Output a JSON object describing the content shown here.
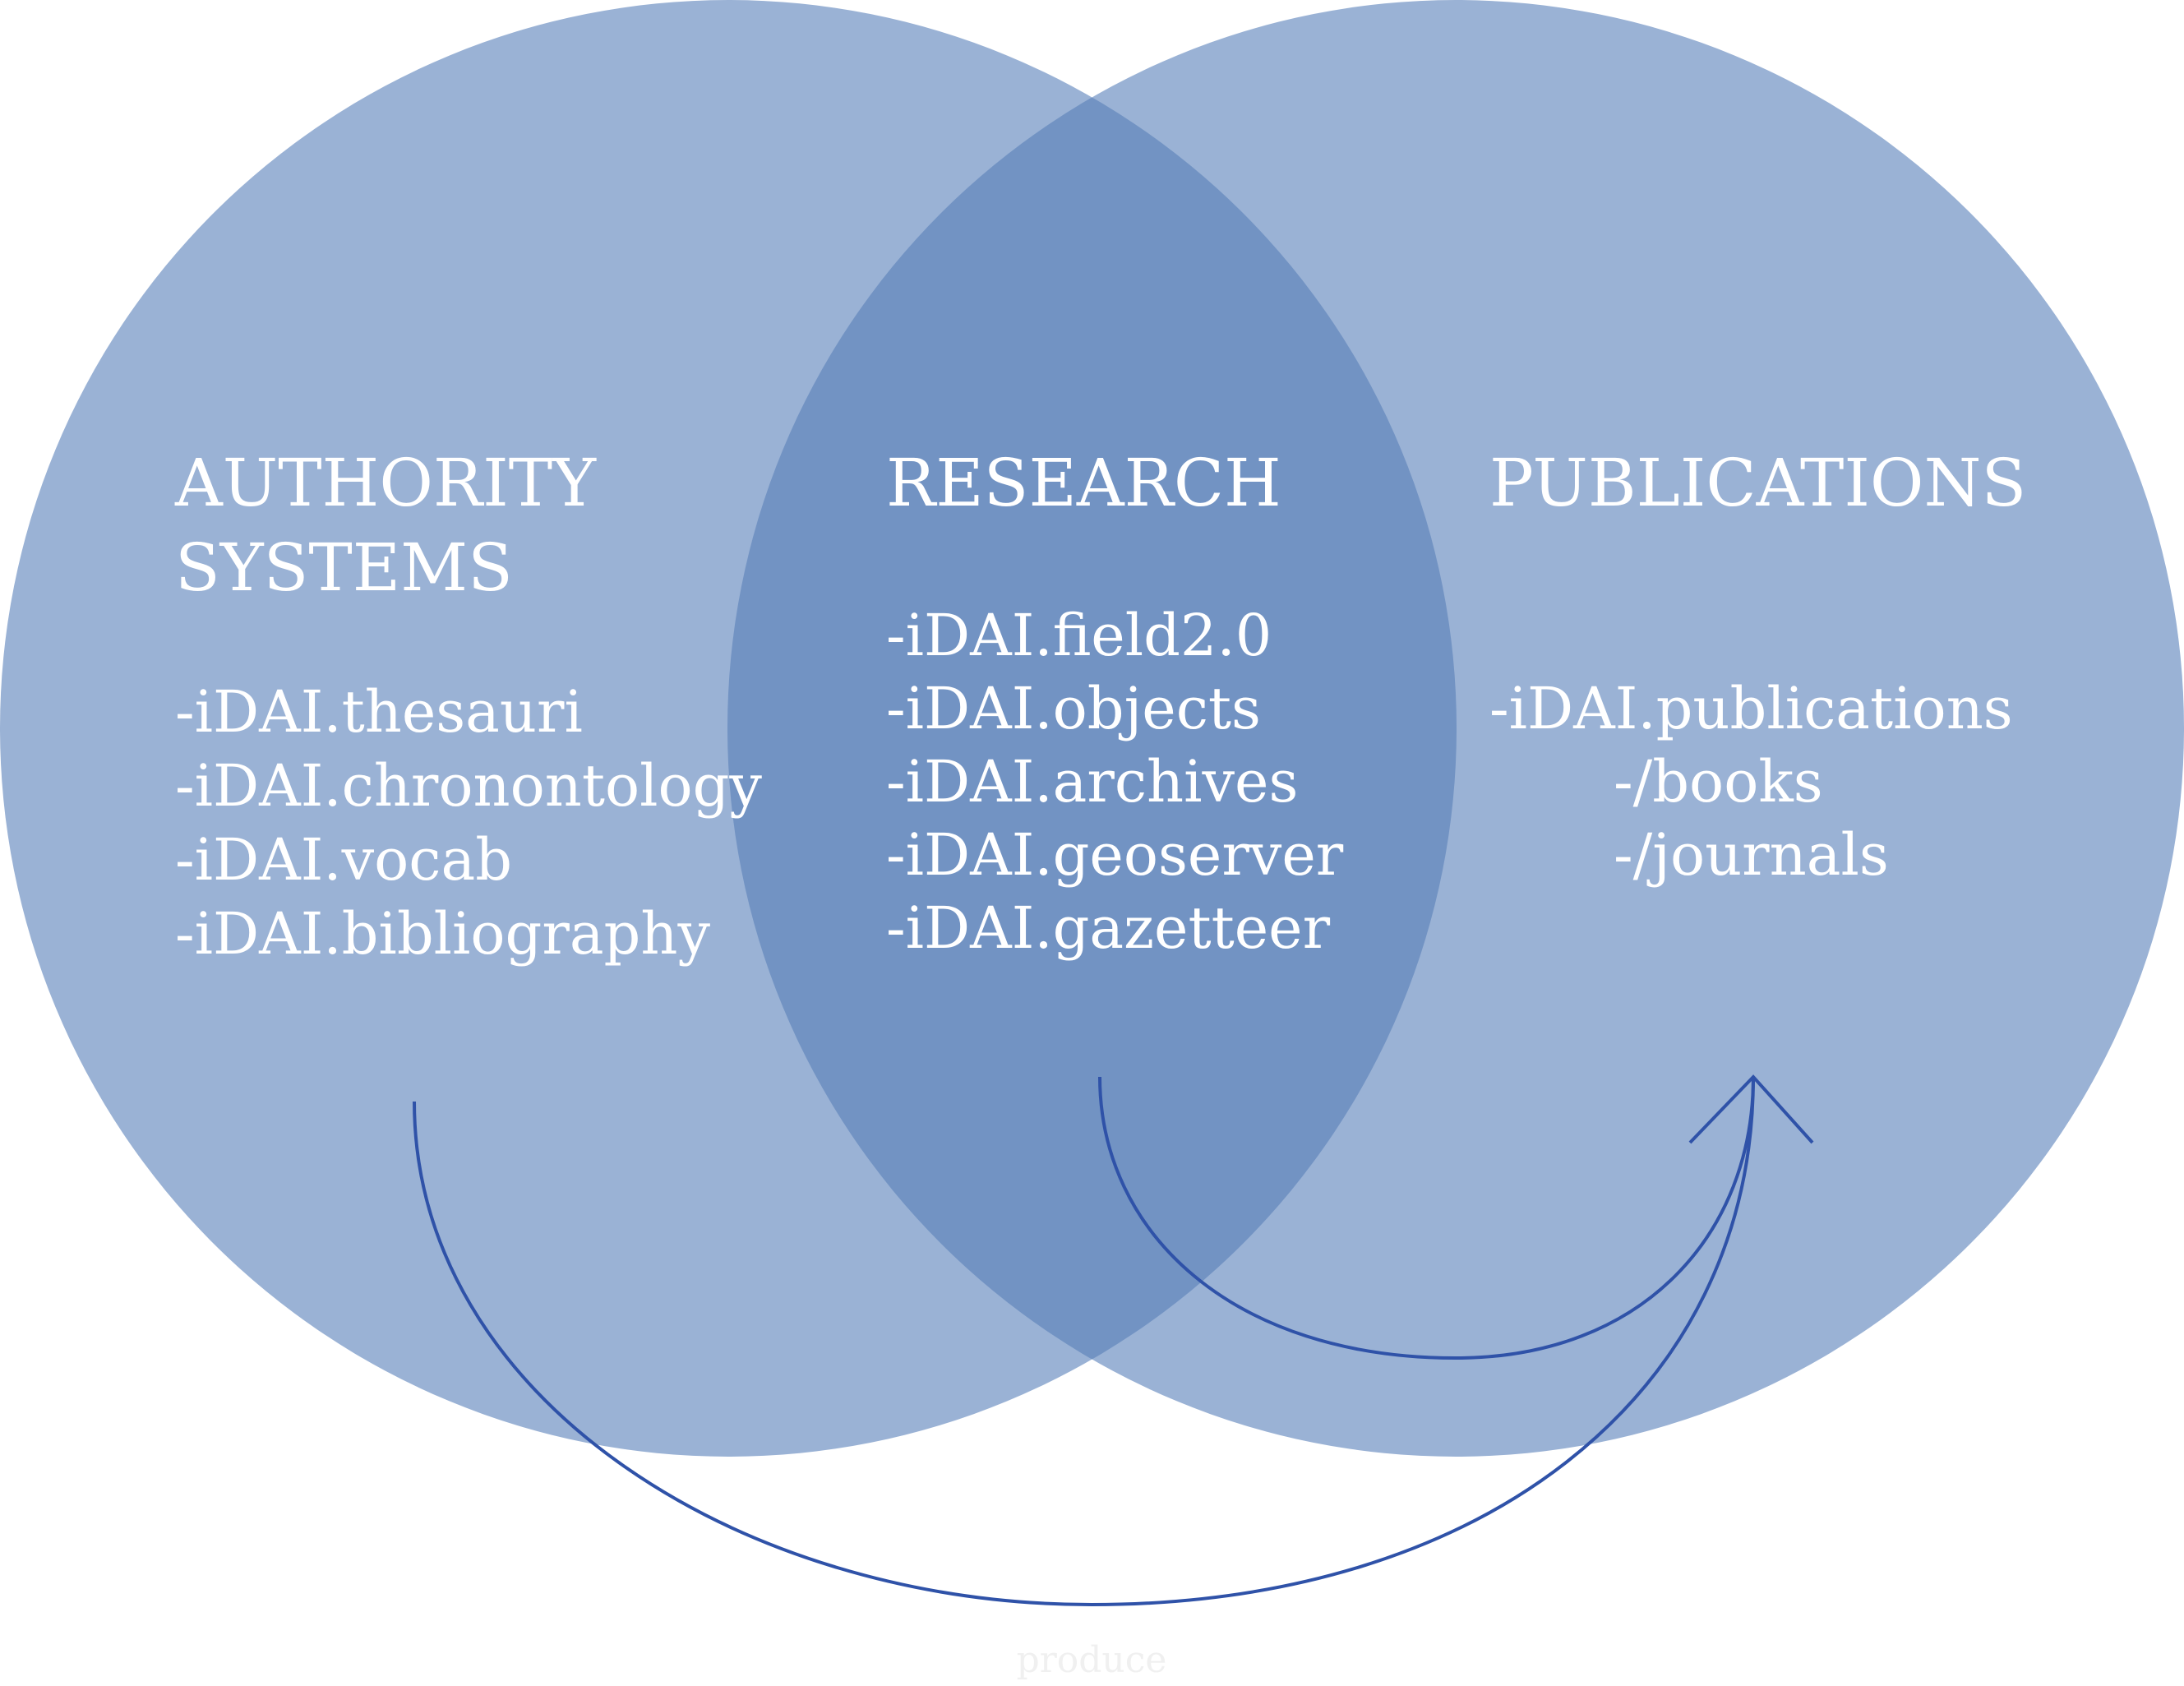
{
  "colors": {
    "circle": "#9ab2d5",
    "overlap": "#7293c3",
    "arrow": "#2f52a8",
    "text": "#ffffff",
    "caption": "#f0f0f0"
  },
  "left": {
    "heading_line1": "AUTHORITY",
    "heading_line2": "SYSTEMS",
    "items": [
      "-iDAI.thesauri",
      "-iDAI.chronontology",
      "-iDAI.vocab",
      "-iDAI.bibliography"
    ]
  },
  "center": {
    "heading": "RESEARCH",
    "items": [
      "-iDAI.field2.0",
      "-iDAI.objects",
      "-iDAI.archives",
      "-iDAI.geoserver",
      "-iDAI.gazetteer"
    ]
  },
  "right": {
    "heading": "PUBLICATIONS",
    "items": [
      "-iDAI.publications",
      "-/books",
      "-/journals"
    ]
  },
  "caption": "produce"
}
